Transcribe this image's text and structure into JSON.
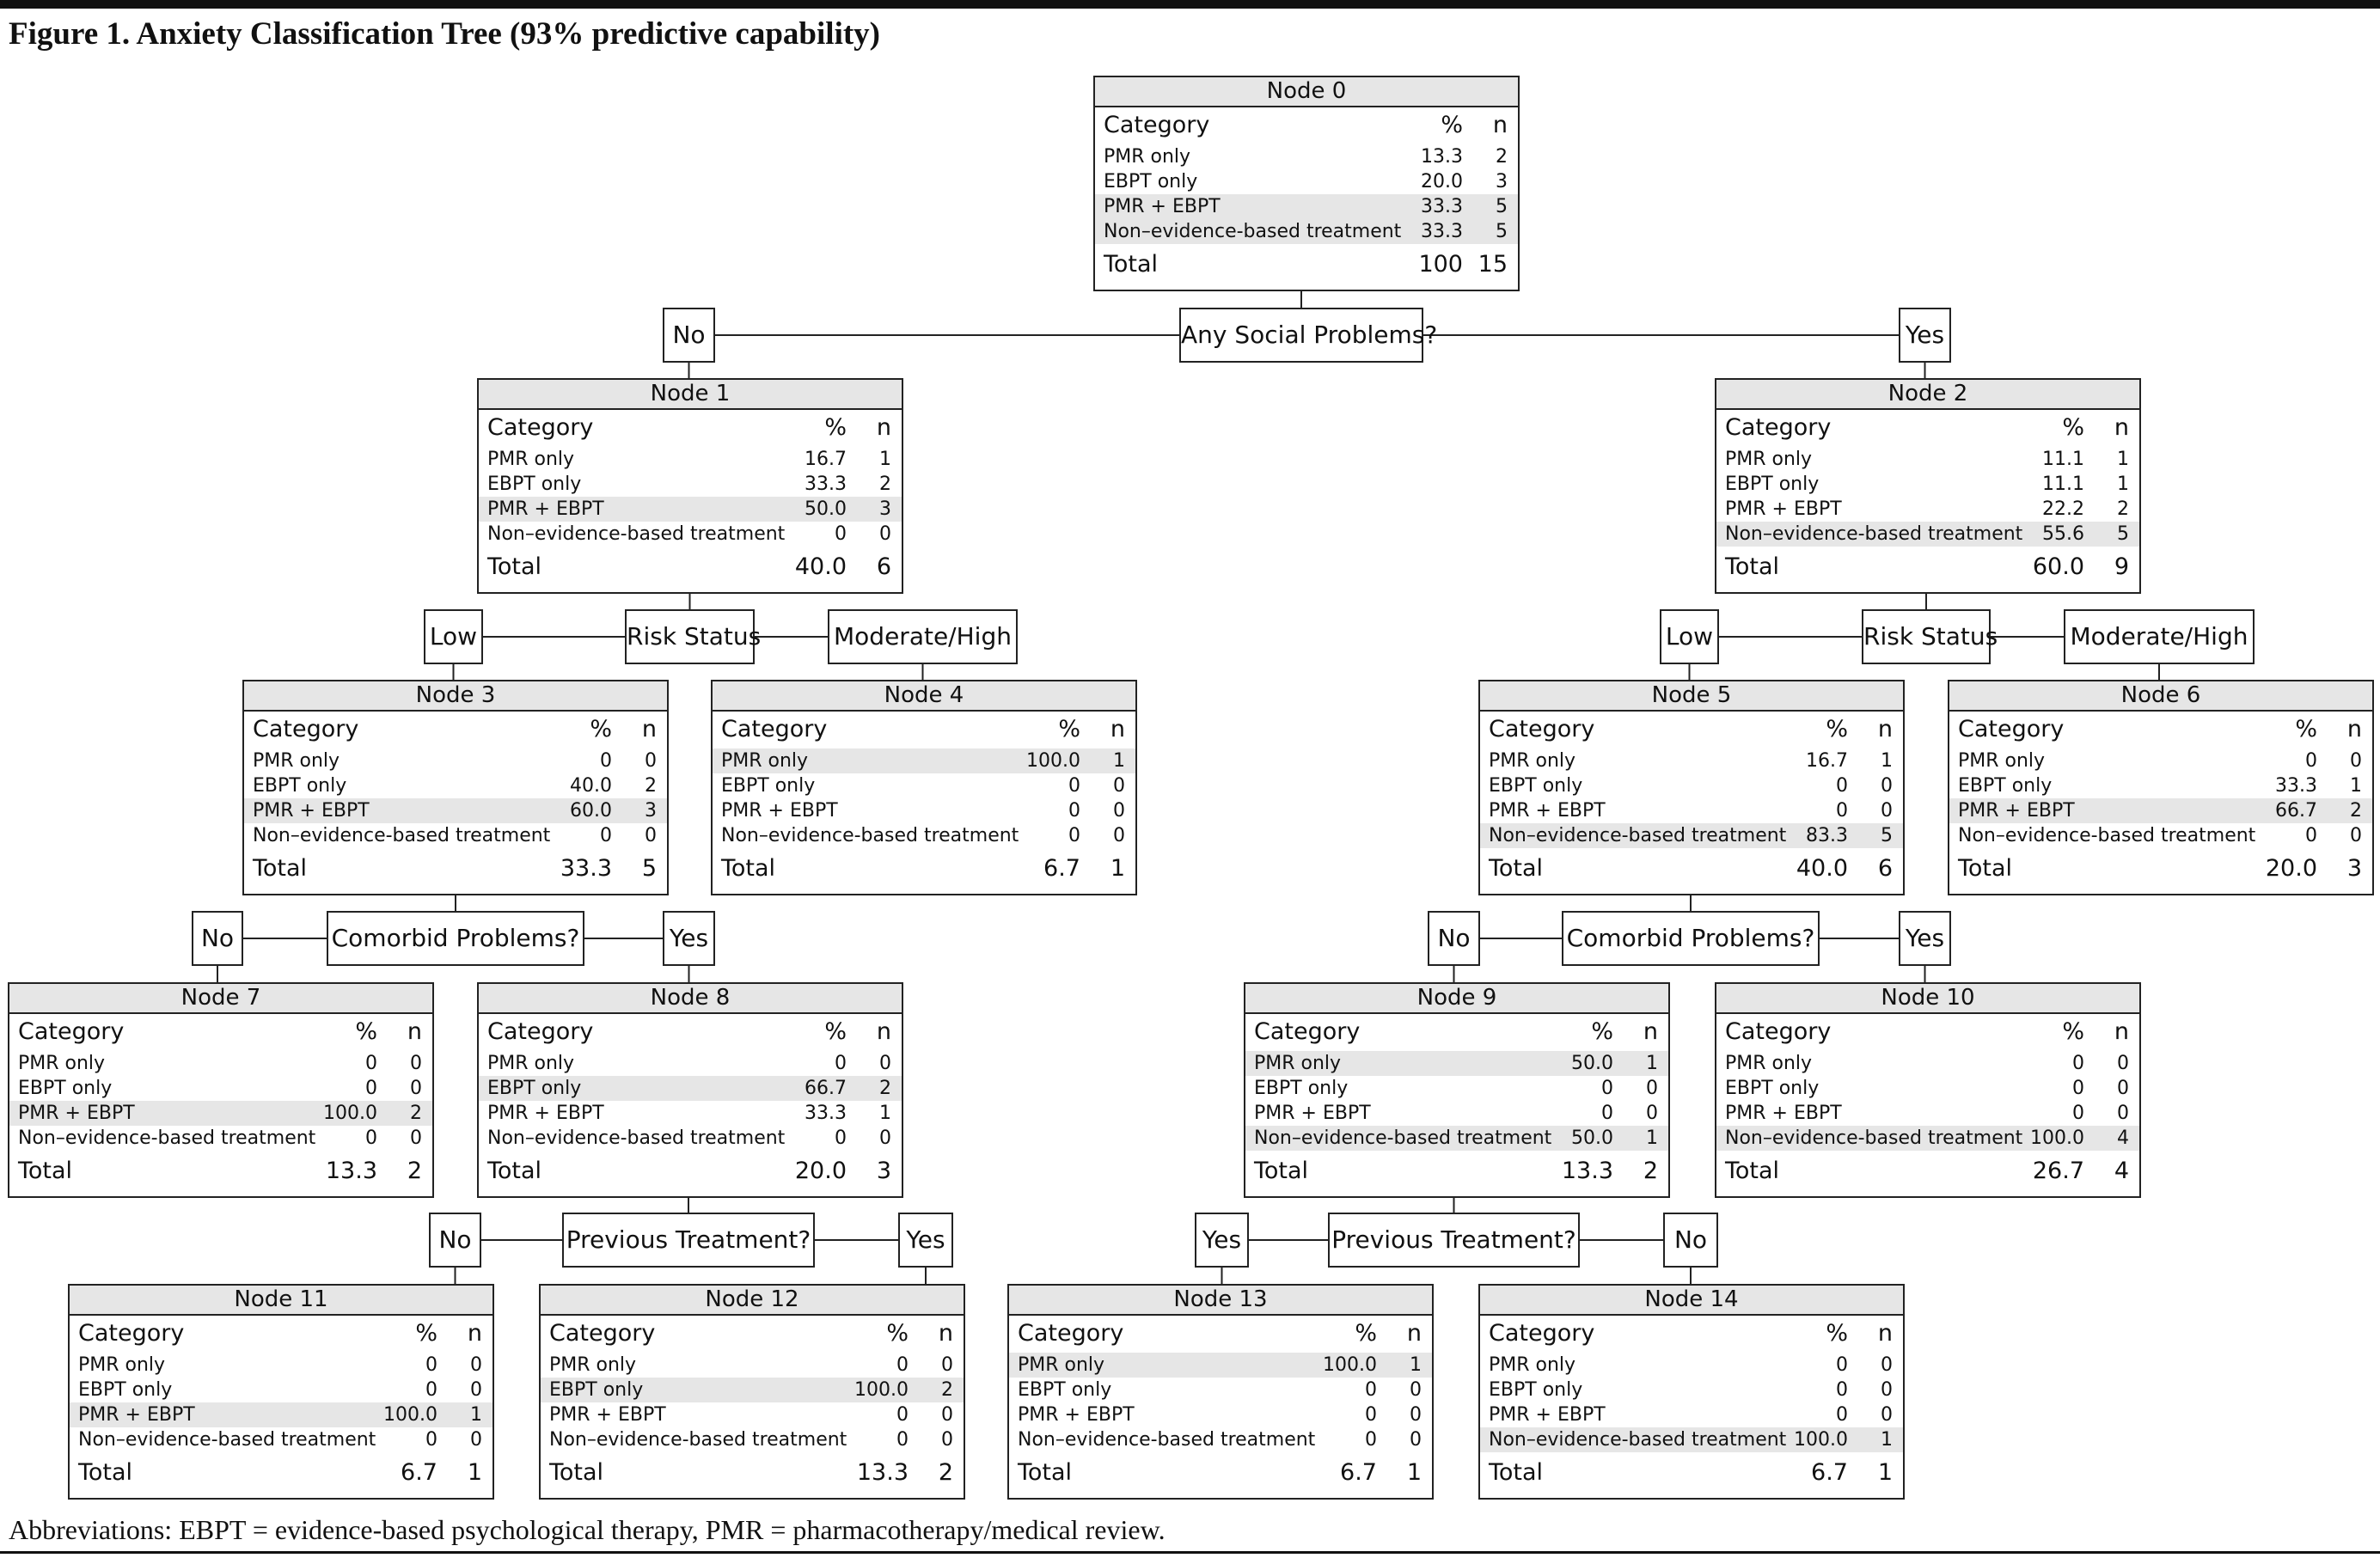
{
  "title": "Figure 1. Anxiety Classification Tree (93% predictive capability)",
  "abbreviations": "Abbreviations: EBPT = evidence-based psychological therapy, PMR = pharmacotherapy/medical review.",
  "header": {
    "category": "Category",
    "pct": "%",
    "n": "n"
  },
  "categories": [
    "PMR only",
    "EBPT only",
    "PMR + EBPT",
    "Non–evidence-based treatment"
  ],
  "total_label": "Total",
  "nodes": {
    "0": {
      "title": "Node 0",
      "pct": [
        "13.3",
        "20.0",
        "33.3",
        "33.3"
      ],
      "n": [
        "2",
        "3",
        "5",
        "5"
      ],
      "total_pct": "100",
      "total_n": "15",
      "highlight": [
        2,
        3
      ]
    },
    "1": {
      "title": "Node 1",
      "pct": [
        "16.7",
        "33.3",
        "50.0",
        "0"
      ],
      "n": [
        "1",
        "2",
        "3",
        "0"
      ],
      "total_pct": "40.0",
      "total_n": "6",
      "highlight": [
        2
      ]
    },
    "2": {
      "title": "Node 2",
      "pct": [
        "11.1",
        "11.1",
        "22.2",
        "55.6"
      ],
      "n": [
        "1",
        "1",
        "2",
        "5"
      ],
      "total_pct": "60.0",
      "total_n": "9",
      "highlight": [
        3
      ]
    },
    "3": {
      "title": "Node 3",
      "pct": [
        "0",
        "40.0",
        "60.0",
        "0"
      ],
      "n": [
        "0",
        "2",
        "3",
        "0"
      ],
      "total_pct": "33.3",
      "total_n": "5",
      "highlight": [
        2
      ]
    },
    "4": {
      "title": "Node 4",
      "pct": [
        "100.0",
        "0",
        "0",
        "0"
      ],
      "n": [
        "1",
        "0",
        "0",
        "0"
      ],
      "total_pct": "6.7",
      "total_n": "1",
      "highlight": [
        0
      ]
    },
    "5": {
      "title": "Node 5",
      "pct": [
        "16.7",
        "0",
        "0",
        "83.3"
      ],
      "n": [
        "1",
        "0",
        "0",
        "5"
      ],
      "total_pct": "40.0",
      "total_n": "6",
      "highlight": [
        3
      ]
    },
    "6": {
      "title": "Node 6",
      "pct": [
        "0",
        "33.3",
        "66.7",
        "0"
      ],
      "n": [
        "0",
        "1",
        "2",
        "0"
      ],
      "total_pct": "20.0",
      "total_n": "3",
      "highlight": [
        2
      ]
    },
    "7": {
      "title": "Node 7",
      "pct": [
        "0",
        "0",
        "100.0",
        "0"
      ],
      "n": [
        "0",
        "0",
        "2",
        "0"
      ],
      "total_pct": "13.3",
      "total_n": "2",
      "highlight": [
        2
      ]
    },
    "8": {
      "title": "Node 8",
      "pct": [
        "0",
        "66.7",
        "33.3",
        "0"
      ],
      "n": [
        "0",
        "2",
        "1",
        "0"
      ],
      "total_pct": "20.0",
      "total_n": "3",
      "highlight": [
        1
      ]
    },
    "9": {
      "title": "Node 9",
      "pct": [
        "50.0",
        "0",
        "0",
        "50.0"
      ],
      "n": [
        "1",
        "0",
        "0",
        "1"
      ],
      "total_pct": "13.3",
      "total_n": "2",
      "highlight": [
        0,
        3
      ]
    },
    "10": {
      "title": "Node 10",
      "pct": [
        "0",
        "0",
        "0",
        "100.0"
      ],
      "n": [
        "0",
        "0",
        "0",
        "4"
      ],
      "total_pct": "26.7",
      "total_n": "4",
      "highlight": [
        3
      ]
    },
    "11": {
      "title": "Node 11",
      "pct": [
        "0",
        "0",
        "100.0",
        "0"
      ],
      "n": [
        "0",
        "0",
        "1",
        "0"
      ],
      "total_pct": "6.7",
      "total_n": "1",
      "highlight": [
        2
      ]
    },
    "12": {
      "title": "Node 12",
      "pct": [
        "0",
        "100.0",
        "0",
        "0"
      ],
      "n": [
        "0",
        "2",
        "0",
        "0"
      ],
      "total_pct": "13.3",
      "total_n": "2",
      "highlight": [
        1
      ]
    },
    "13": {
      "title": "Node 13",
      "pct": [
        "100.0",
        "0",
        "0",
        "0"
      ],
      "n": [
        "1",
        "0",
        "0",
        "0"
      ],
      "total_pct": "6.7",
      "total_n": "1",
      "highlight": [
        0
      ]
    },
    "14": {
      "title": "Node 14",
      "pct": [
        "0",
        "0",
        "0",
        "100.0"
      ],
      "n": [
        "0",
        "0",
        "0",
        "1"
      ],
      "total_pct": "6.7",
      "total_n": "1",
      "highlight": [
        3
      ]
    }
  },
  "splits": {
    "social": {
      "question": "Any Social Problems?",
      "left": "No",
      "right": "Yes"
    },
    "risk_left": {
      "question": "Risk Status",
      "left": "Low",
      "right": "Moderate/High"
    },
    "risk_right": {
      "question": "Risk Status",
      "left": "Low",
      "right": "Moderate/High"
    },
    "comorbid_left": {
      "question": "Comorbid Problems?",
      "left": "No",
      "right": "Yes"
    },
    "comorbid_right": {
      "question": "Comorbid Problems?",
      "left": "No",
      "right": "Yes"
    },
    "prev_left": {
      "question": "Previous Treatment?",
      "left": "No",
      "right": "Yes"
    },
    "prev_right": {
      "question": "Previous Treatment?",
      "left": "Yes",
      "right": "No"
    }
  }
}
